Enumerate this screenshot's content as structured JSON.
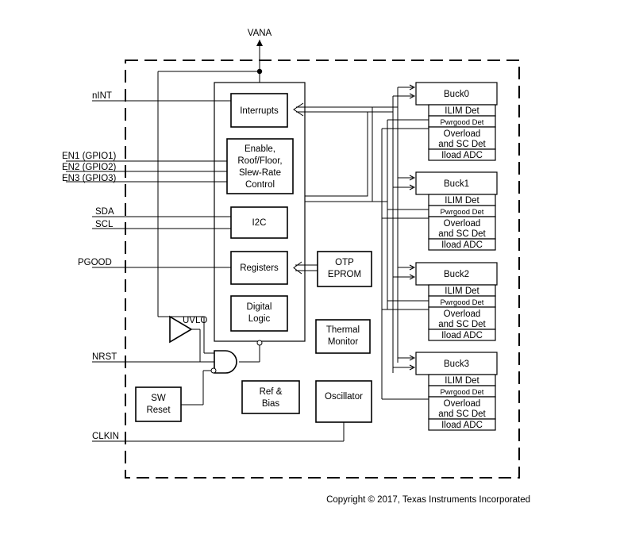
{
  "supply": {
    "label": "VANA"
  },
  "pins": {
    "nint": "nINT",
    "en1": "EN1 (GPIO1)",
    "en2": "EN2 (GPIO2)",
    "en3": "EN3 (GPIO3)",
    "sda": "SDA",
    "scl": "SCL",
    "pgood": "PGOOD",
    "nrst": "NRST",
    "clkin": "CLKIN"
  },
  "blocks": {
    "interrupts": "Interrupts",
    "enable": [
      "Enable,",
      "Roof/Floor,",
      "Slew-Rate",
      "Control"
    ],
    "i2c": "I2C",
    "registers": "Registers",
    "otp": [
      "OTP",
      "EPROM"
    ],
    "digital": [
      "Digital",
      "Logic"
    ],
    "thermal": [
      "Thermal",
      "Monitor"
    ],
    "uvlo": "UVLO",
    "sw_reset": [
      "SW",
      "Reset"
    ],
    "ref_bias": [
      "Ref &",
      "Bias"
    ],
    "oscillator": "Oscillator"
  },
  "bucks": [
    {
      "name": "Buck0",
      "rows": {
        "ilim": "ILIM Det",
        "pwrgood": "Pwrgood Det",
        "overload": [
          "Overload",
          "and SC Det"
        ],
        "iload": "Iload ADC"
      }
    },
    {
      "name": "Buck1",
      "rows": {
        "ilim": "ILIM Det",
        "pwrgood": "Pwrgood Det",
        "overload": [
          "Overload",
          "and SC Det"
        ],
        "iload": "Iload ADC"
      }
    },
    {
      "name": "Buck2",
      "rows": {
        "ilim": "ILIM Det",
        "pwrgood": "Pwrgood Det",
        "overload": [
          "Overload",
          "and SC Det"
        ],
        "iload": "Iload ADC"
      }
    },
    {
      "name": "Buck3",
      "rows": {
        "ilim": "ILIM Det",
        "pwrgood": "Pwrgood Det",
        "overload": [
          "Overload",
          "and SC Det"
        ],
        "iload": "Iload ADC"
      }
    }
  ],
  "copyright": "Copyright © 2017, Texas Instruments Incorporated"
}
